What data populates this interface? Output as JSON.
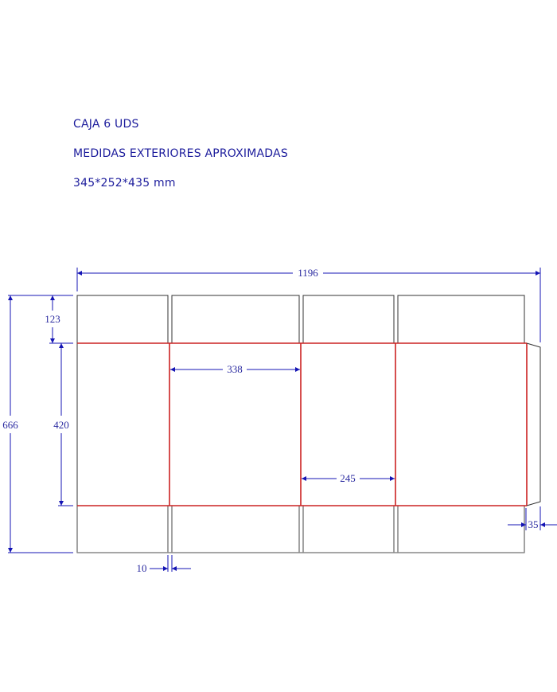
{
  "header": {
    "line1": "CAJA 6 UDS",
    "line2": "MEDIDAS EXTERIORES APROXIMADAS",
    "line3": "345*252*435 mm"
  },
  "colors": {
    "text": "#1c1c9c",
    "dimension": "#1414b4",
    "cut_line": "#333333",
    "crease_line": "#cc2222"
  },
  "dimensions": {
    "total_width": "1196",
    "total_height": "666",
    "flap_height": "123",
    "panel_height": "420",
    "panel_long_width": "338",
    "panel_short_width": "245",
    "flap_gap": "10",
    "glue_flap": "35"
  },
  "diagram": {
    "type": "box die-cut layout",
    "panels": [
      "long panel",
      "long panel",
      "short panel",
      "long panel"
    ],
    "glue_flap": "right side"
  }
}
